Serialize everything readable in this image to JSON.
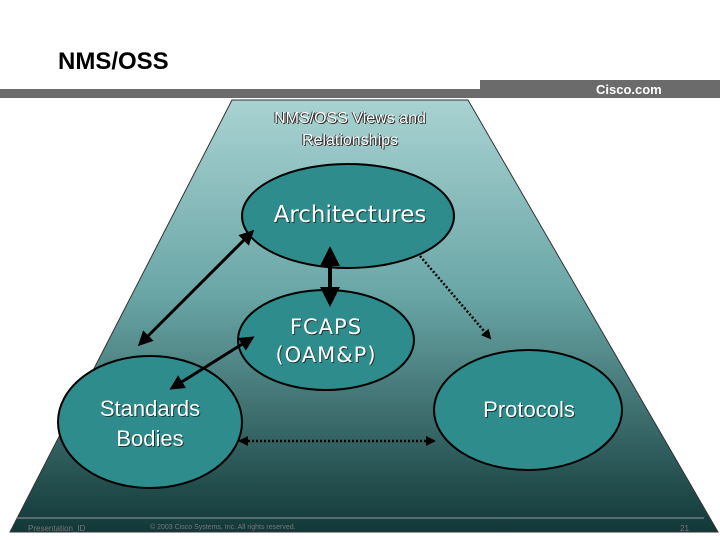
{
  "slide": {
    "title": "NMS/OSS",
    "brand": "Cisco.com",
    "subtitle_line1": "NMS/OSS Views and",
    "subtitle_line2": "Relationships"
  },
  "nodes": {
    "architectures": "Architectures",
    "fcaps_line1": "FCAPS",
    "fcaps_line2": "(OAM&P)",
    "standards_line1": "Standards",
    "standards_line2": "Bodies",
    "protocols": "Protocols"
  },
  "footer": {
    "presentation_id": "Presentation_ID",
    "copyright": "© 2003 Cisco Systems, Inc. All rights reserved.",
    "page_number": "21"
  },
  "colors": {
    "node_fill": "#2f8c8c",
    "bar": "#666666",
    "trapezoid_top": "#a9d2d2",
    "trapezoid_bottom": "#123838"
  }
}
